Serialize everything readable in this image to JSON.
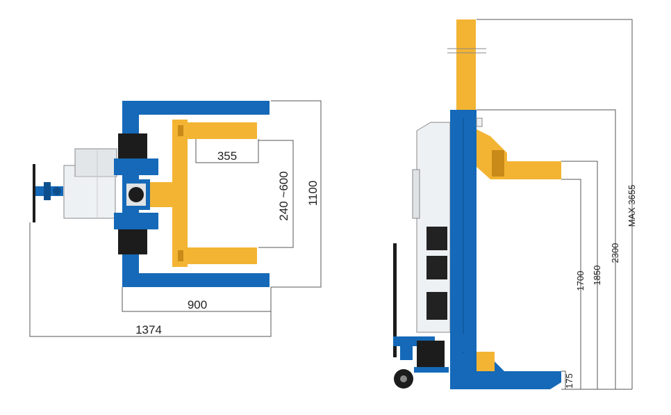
{
  "colors": {
    "blue": "#1569b8",
    "blue_dark": "#0d4f8c",
    "yellow": "#f3b433",
    "yellow_dark": "#c98a18",
    "black": "#1c1c1c",
    "housing": "#e8ecef"
  },
  "top_view": {
    "dims": {
      "arm_width": "355",
      "fork_range": "240 ~600",
      "overall_length": "1100",
      "base_width": "900",
      "total_width": "1374"
    }
  },
  "side_view": {
    "dims": {
      "max_height": "MAX 3655",
      "h_2300": "2300",
      "h_1850": "1850",
      "h_1700": "1700",
      "h_175": "175"
    }
  }
}
